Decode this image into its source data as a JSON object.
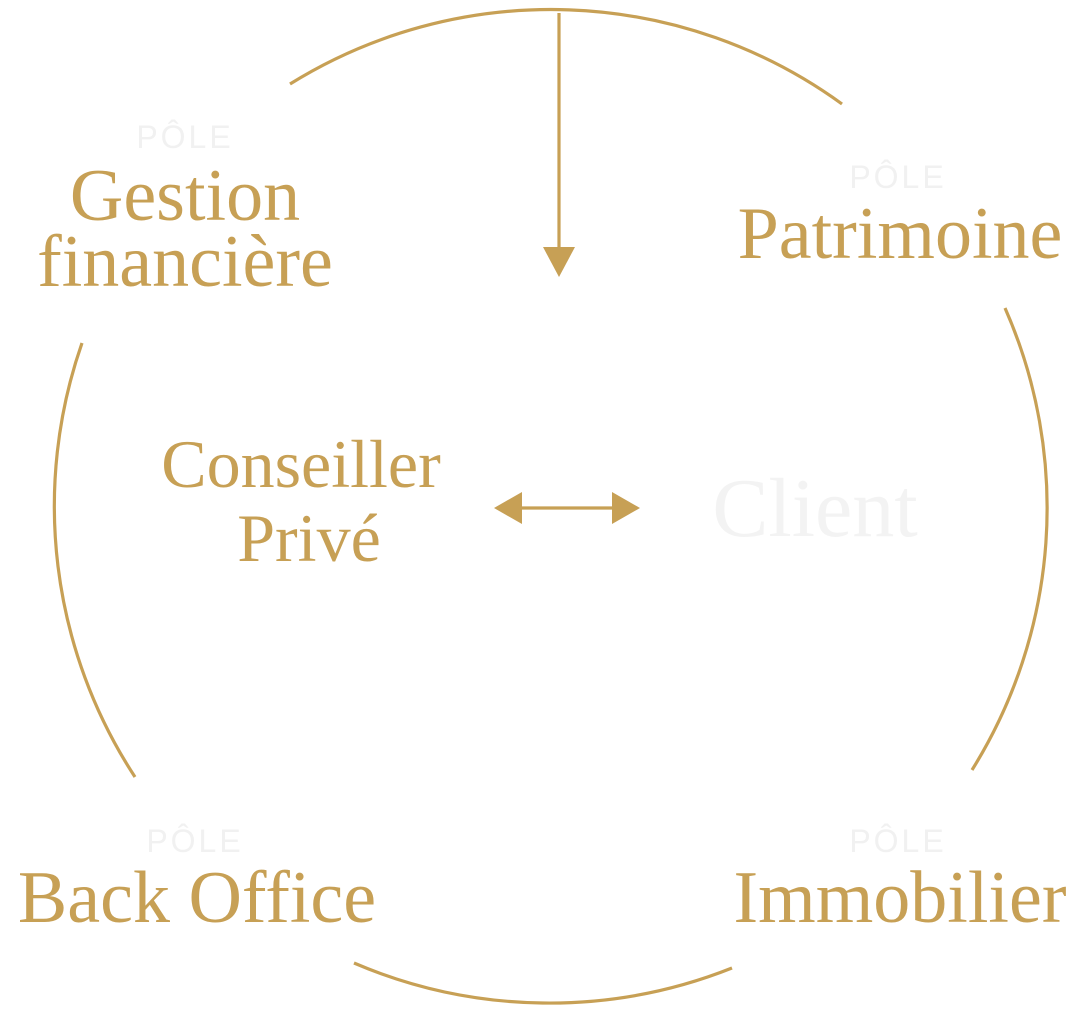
{
  "colors": {
    "accent": "#C7A055",
    "faint": "#F1F1F1",
    "background": "#FFFFFF"
  },
  "center": {
    "advisor_line1": "Conseiller",
    "advisor_line2": "Privé",
    "client": "Client",
    "exchange_arrow_icon": "double-arrow-icon",
    "incoming_arrow_icon": "arrow-down-icon"
  },
  "poles": [
    {
      "prefix": "PÔLE",
      "line1": "Gestion",
      "line2": "financière"
    },
    {
      "prefix": "PÔLE",
      "line1": "Patrimoine"
    },
    {
      "prefix": "PÔLE",
      "line1": "Back Office"
    },
    {
      "prefix": "PÔLE",
      "line1": "Immobilier"
    }
  ]
}
